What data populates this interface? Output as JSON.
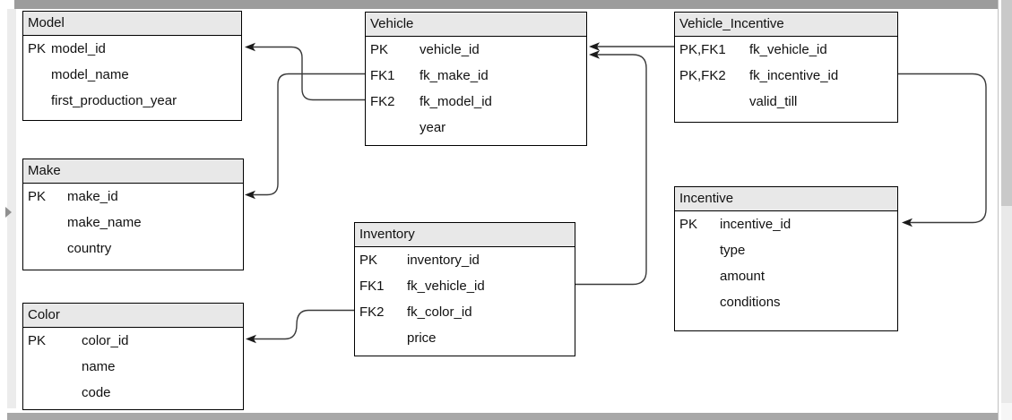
{
  "diagram": {
    "tables": [
      {
        "name": "Model",
        "rows": [
          {
            "key": "PK",
            "attr": "model_id"
          },
          {
            "key": "",
            "attr": "model_name"
          },
          {
            "key": "",
            "attr": "first_production_year"
          }
        ]
      },
      {
        "name": "Vehicle",
        "rows": [
          {
            "key": "PK",
            "attr": "vehicle_id"
          },
          {
            "key": "FK1",
            "attr": "fk_make_id"
          },
          {
            "key": "FK2",
            "attr": "fk_model_id"
          },
          {
            "key": "",
            "attr": "year"
          }
        ]
      },
      {
        "name": "Vehicle_Incentive",
        "rows": [
          {
            "key": "PK,FK1",
            "attr": "fk_vehicle_id"
          },
          {
            "key": "PK,FK2",
            "attr": "fk_incentive_id"
          },
          {
            "key": "",
            "attr": "valid_till"
          }
        ]
      },
      {
        "name": "Make",
        "rows": [
          {
            "key": "PK",
            "attr": "make_id"
          },
          {
            "key": "",
            "attr": "make_name"
          },
          {
            "key": "",
            "attr": "country"
          }
        ]
      },
      {
        "name": "Inventory",
        "rows": [
          {
            "key": "PK",
            "attr": "inventory_id"
          },
          {
            "key": "FK1",
            "attr": "fk_vehicle_id"
          },
          {
            "key": "FK2",
            "attr": "fk_color_id"
          },
          {
            "key": "",
            "attr": "price"
          }
        ]
      },
      {
        "name": "Incentive",
        "rows": [
          {
            "key": "PK",
            "attr": "incentive_id"
          },
          {
            "key": "",
            "attr": "type"
          },
          {
            "key": "",
            "attr": "amount"
          },
          {
            "key": "",
            "attr": "conditions"
          }
        ]
      },
      {
        "name": "Color",
        "rows": [
          {
            "key": "PK",
            "attr": "color_id"
          },
          {
            "key": "",
            "attr": "name"
          },
          {
            "key": "",
            "attr": "code"
          }
        ]
      }
    ],
    "relationships": [
      {
        "from": "Vehicle.fk_model_id",
        "to": "Model.model_id"
      },
      {
        "from": "Vehicle.fk_make_id",
        "to": "Make.make_id"
      },
      {
        "from": "Vehicle_Incentive.fk_vehicle_id",
        "to": "Vehicle.vehicle_id"
      },
      {
        "from": "Inventory.fk_vehicle_id",
        "to": "Vehicle.vehicle_id"
      },
      {
        "from": "Vehicle_Incentive.fk_incentive_id",
        "to": "Incentive.incentive_id"
      },
      {
        "from": "Inventory.fk_color_id",
        "to": "Color.color_id"
      }
    ]
  },
  "colors": {
    "header_fill": "#e8e8e8",
    "table_border": "#000000",
    "connector": "#3a3a3a",
    "scrollbar_thumb_dark": "#9c9c9c",
    "scrollbar_thumb_mid": "#c9c9c9",
    "scrollbar_track": "#e9e9e9",
    "left_panel_strip": "#ececec"
  }
}
